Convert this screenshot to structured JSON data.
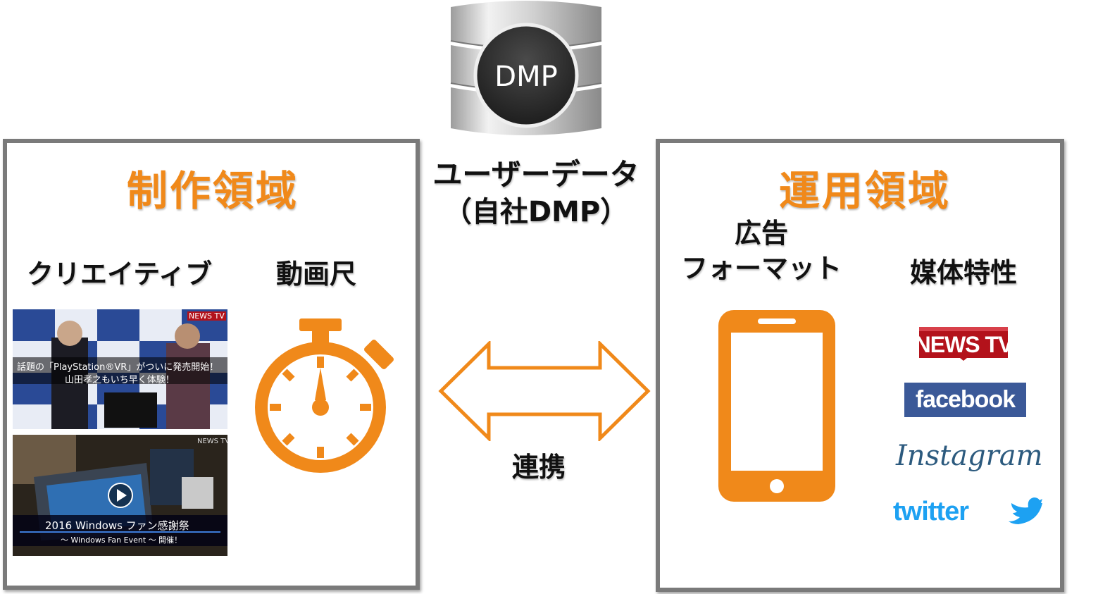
{
  "left_panel": {
    "title": "制作領域",
    "creative_label": "クリエイティブ",
    "duration_label": "動画尺",
    "thumbnails": [
      {
        "channel_tag": "NEWS TV",
        "caption_line1": "話題の「PlayStation®VR」がついに発売開始！",
        "caption_line2": "山田孝之もいち早く体験！"
      },
      {
        "channel_tag": "NEWS TV",
        "caption_line1": "2016 Windows ファン感謝祭",
        "caption_line2": "～ Windows Fan Event ～ 開催！"
      }
    ]
  },
  "center": {
    "dmp_label": "DMP",
    "userdata_title": "ユーザーデータ",
    "userdata_sub": "（自社DMP）",
    "link_label": "連携"
  },
  "right_panel": {
    "title": "運用領域",
    "adformat_line1": "広告",
    "adformat_line2": "フォーマット",
    "media_label": "媒体特性",
    "brands": {
      "newstv": "NEWS TV",
      "facebook": "facebook",
      "instagram": "Instagram",
      "twitter": "twitter"
    }
  },
  "colors": {
    "accent": "#f0891a",
    "border": "#7a7a7a",
    "facebook": "#3b5998",
    "twitter": "#1da1f2",
    "newstv": "#b3121b"
  },
  "icons": [
    "database-icon",
    "stopwatch-icon",
    "double-arrow-icon",
    "smartphone-icon"
  ]
}
